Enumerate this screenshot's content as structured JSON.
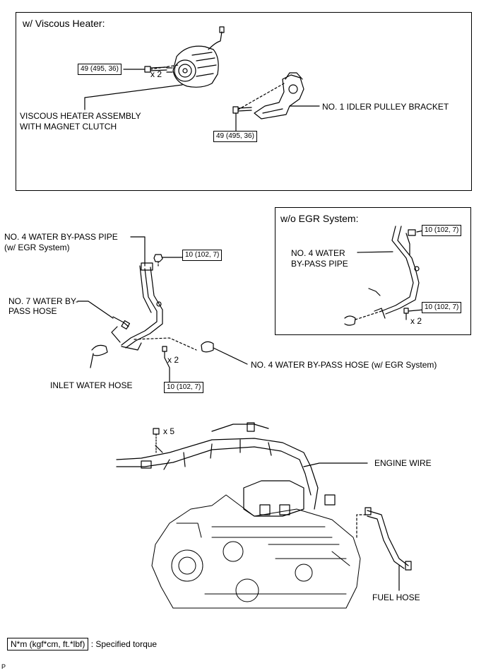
{
  "sections": {
    "viscous": "w/ Viscous Heater:",
    "wo_egr": "w/o EGR System:"
  },
  "labels": {
    "viscous_heater_assembly_line1": "VISCOUS HEATER ASSEMBLY",
    "viscous_heater_assembly_line2": "WITH MAGNET CLUTCH",
    "idler_pulley_bracket": "NO. 1 IDLER PULLEY BRACKET",
    "water_bypass_pipe_line1": "NO. 4 WATER BY-PASS PIPE",
    "water_bypass_pipe_line2": "(w/ EGR System)",
    "water_bypass_hose7_line1": "NO. 7 WATER BY-",
    "water_bypass_hose7_line2": "PASS HOSE",
    "inlet_water_hose": "INLET WATER HOSE",
    "water_bypass_hose4": "NO. 4 WATER BY-PASS HOSE (w/ EGR System)",
    "wo_pipe_line1": "NO. 4 WATER",
    "wo_pipe_line2": "BY-PASS PIPE",
    "engine_wire": "ENGINE WIRE",
    "fuel_hose": "FUEL HOSE"
  },
  "torques": {
    "heater_bolt": "49 (495, 36)",
    "bracket_bolt": "49 (495, 36)",
    "pipe_nut": "10 (102, 7)",
    "pipe_bolt": "10 (102, 7)",
    "wo_nut": "10 (102, 7)",
    "wo_bolt": "10 (102, 7)"
  },
  "quantities": {
    "heater_bolts": "x 2",
    "pipe_bolts": "x 2",
    "wo_bolts": "x 2",
    "wire_bolts": "x 5"
  },
  "legend": {
    "box": "N*m (kgf*cm, ft.*lbf)",
    "text": ": Specified torque"
  },
  "code": "P"
}
